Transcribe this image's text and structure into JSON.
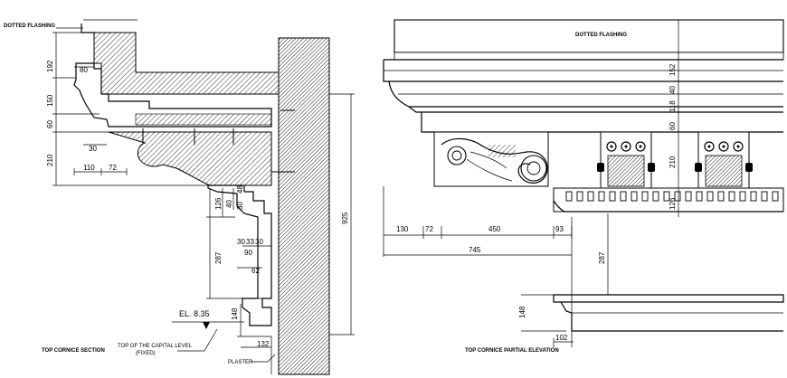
{
  "section": {
    "top_note": "DOTTED FLASHING",
    "caption": "TOP CORNICE SECTION",
    "capital_note_line1": "TOP OF THE CAPITAL LEVEL",
    "capital_note_line2": "(FIXED)",
    "plaster_label": "PLASTER",
    "elevation_label": "EL. 8.35",
    "dims_vertical": [
      "192",
      "150",
      "60",
      "210"
    ],
    "dims_horizontal": [
      "80",
      "30",
      "110",
      "72"
    ],
    "dims_lower": [
      "126",
      "40",
      "30",
      "48",
      "287",
      "148"
    ],
    "dims_lower_horiz": [
      "30",
      "33",
      "30",
      "90",
      "62",
      "132"
    ],
    "overall_height": "925"
  },
  "elevation": {
    "top_note": "DOTTED FLASHING",
    "caption": "TOP CORNICE PARTIAL ELEVATION",
    "dims_right": [
      "152",
      "40",
      "118",
      "60",
      "210",
      "126"
    ],
    "dims_bottom": [
      "130",
      "72",
      "450",
      "93"
    ],
    "overall_width": "745",
    "dim_287": "287",
    "dim_148": "148",
    "dim_102": "102"
  }
}
